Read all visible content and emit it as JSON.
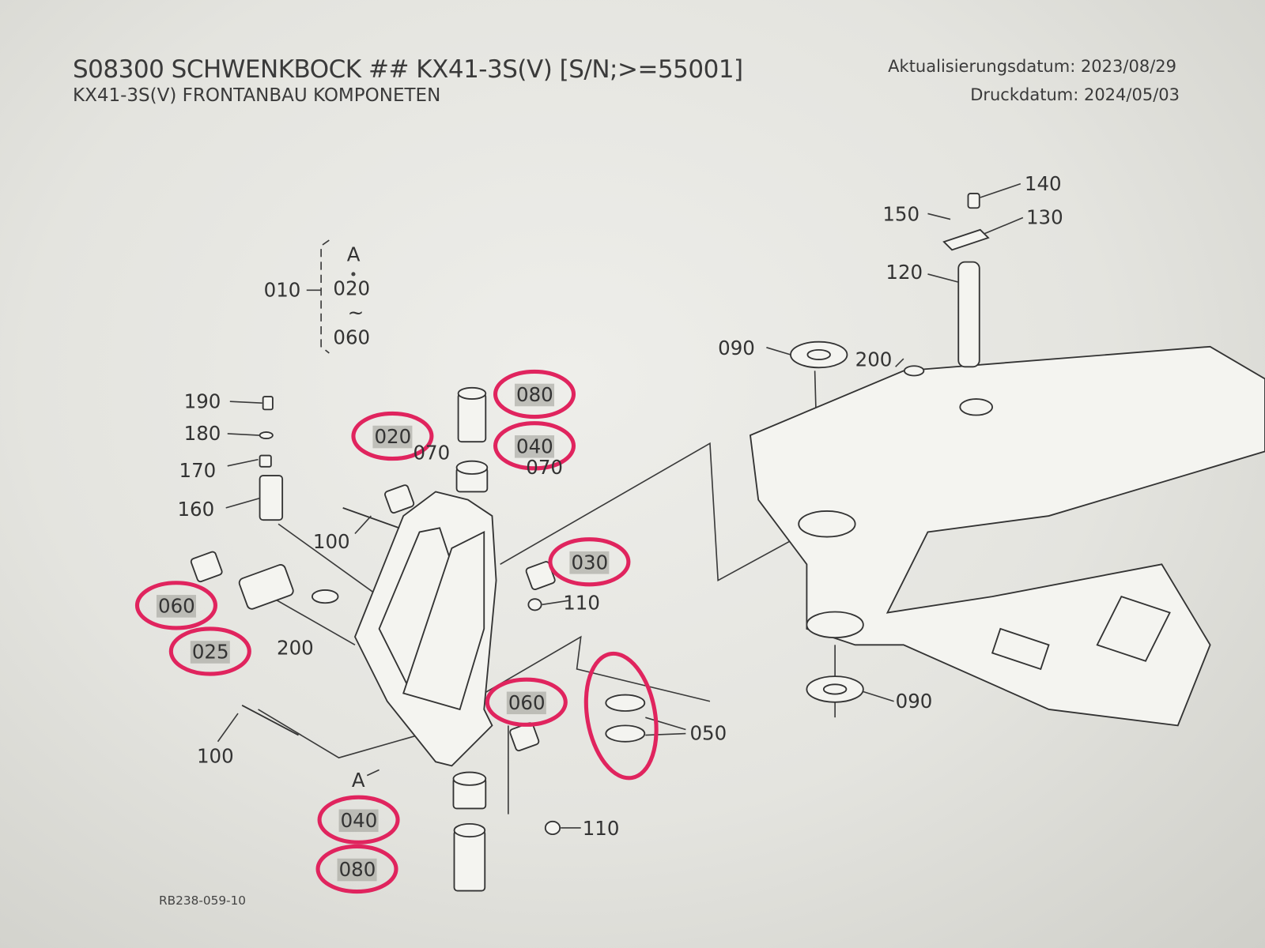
{
  "header": {
    "title": "S08300 SCHWENKBOCK ## KX41-3S(V) [S/N;>=55001]",
    "subtitle": "KX41-3S(V) FRONTANBAU KOMPONETEN",
    "updated": "Aktualisierungsdatum: 2023/08/29",
    "printed": "Druckdatum: 2024/05/03"
  },
  "assembly_key": {
    "assembly": "010",
    "ref": "A",
    "from": "020",
    "range_symbol": "~",
    "to": "060"
  },
  "callouts": [
    {
      "text": "190",
      "circled": false
    },
    {
      "text": "180",
      "circled": false
    },
    {
      "text": "170",
      "circled": false
    },
    {
      "text": "160",
      "circled": false
    },
    {
      "text": "100",
      "circled": false
    },
    {
      "text": "080",
      "circled": true
    },
    {
      "text": "020",
      "circled": true
    },
    {
      "text": "070",
      "circled": false
    },
    {
      "text": "040",
      "circled": true
    },
    {
      "text": "070",
      "circled": false
    },
    {
      "text": "030",
      "circled": true
    },
    {
      "text": "110",
      "circled": false
    },
    {
      "text": "060",
      "circled": true
    },
    {
      "text": "025",
      "circled": true
    },
    {
      "text": "200",
      "circled": false
    },
    {
      "text": "060",
      "circled": true
    },
    {
      "text": "050",
      "circled": false
    },
    {
      "text": "100",
      "circled": false
    },
    {
      "text": "A",
      "circled": false
    },
    {
      "text": "040",
      "circled": true
    },
    {
      "text": "080",
      "circled": true
    },
    {
      "text": "110",
      "circled": false
    },
    {
      "text": "090",
      "circled": false
    },
    {
      "text": "200",
      "circled": false
    },
    {
      "text": "120",
      "circled": false
    },
    {
      "text": "150",
      "circled": false
    },
    {
      "text": "140",
      "circled": false
    },
    {
      "text": "130",
      "circled": false
    },
    {
      "text": "090",
      "circled": false
    }
  ],
  "drawing_ref": "RB238-059-10",
  "colors": {
    "annotation": "#e0245e",
    "paper": "#e8e8e3",
    "ink": "#333333"
  }
}
